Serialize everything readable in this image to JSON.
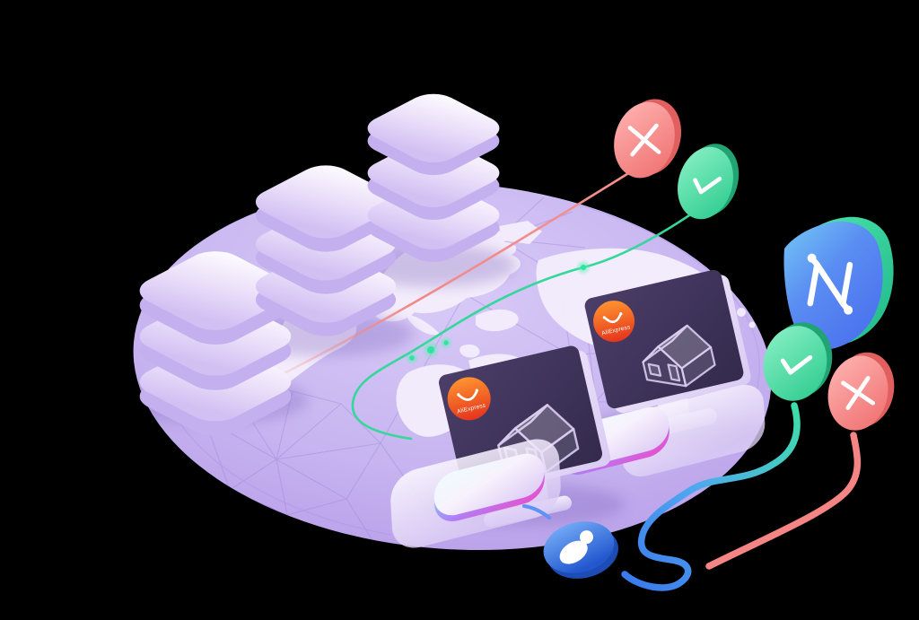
{
  "illustration": {
    "background_color": "#000000",
    "brand_logo": {
      "label": "AliExpress",
      "icon": "aliexpress-smile-icon",
      "circle_top_color": "#ff9330",
      "circle_bottom_color": "#e5341c"
    },
    "disc": {
      "base_color": "#c6b3f0",
      "mesh_color": "#9f85de",
      "map_color": "#f4eefc"
    },
    "stacks": {
      "count": 3,
      "layers_per_stack": 3,
      "top_color": "#ffffff",
      "shade_color": "#d5c3f4"
    },
    "monitors": {
      "count": 2,
      "screen_color": "#3d3157",
      "screen_icon": "house-icon",
      "body_color": "#ece3fa"
    },
    "devices": {
      "keyboard_pad_color": "#f1eafb",
      "phone_rim_colors": [
        "#79e4ef",
        "#b07ef5",
        "#ef48c8"
      ]
    },
    "badges": {
      "top_plus": {
        "icon": "plus-icon",
        "color": "#f2807f"
      },
      "top_check": {
        "icon": "check-icon",
        "color": "#3ed6a0"
      },
      "right_check": {
        "icon": "check-icon",
        "color": "#3ed6a0"
      },
      "right_plus": {
        "icon": "plus-icon",
        "color": "#f2807f"
      },
      "user": {
        "icon": "user-icon",
        "color": "#2f6ade"
      }
    },
    "shield": {
      "icon": "shield-n-icon",
      "front_colors": [
        "#6fc3f5",
        "#4a72ee"
      ],
      "back_color": "#35dfa0",
      "glyph_color": "#ffffff"
    },
    "lines": {
      "red_color": "#f58585",
      "green_color": "#36d79b",
      "blue_color": "#3b7bec"
    }
  }
}
